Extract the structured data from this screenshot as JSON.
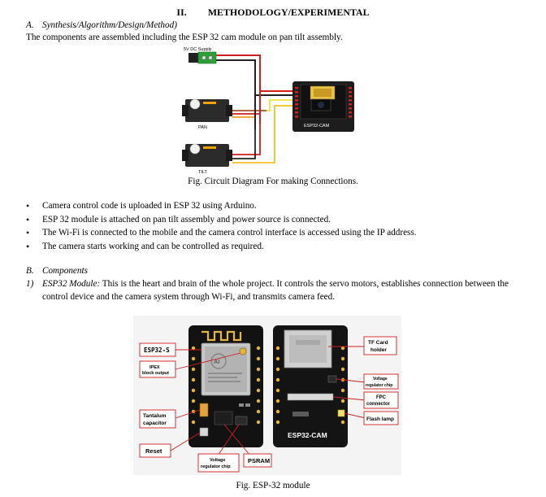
{
  "section": {
    "number": "II.",
    "title": "METHODOLOGY/EXPERIMENTAL"
  },
  "subsection_a": {
    "letter": "A.",
    "title": "Synthesis/Algorithm/Design/Method)",
    "intro": "The components are assembled including the ESP 32 cam module on pan tilt assembly."
  },
  "figure1": {
    "caption": "Fig. Circuit Diagram For making Connections.",
    "labels": {
      "supply": "5V DC Supply",
      "pan": "PAN",
      "tilt": "TILT",
      "board": "ESP32-CAM"
    }
  },
  "steps": [
    "Camera control code is uploaded in ESP 32 using Arduino.",
    "ESP 32 module is attached on pan tilt assembly and power source is connected.",
    "The Wi-Fi is connected to the mobile and the camera control interface is accessed using the IP address.",
    "The camera starts working and can be controlled as required."
  ],
  "subsection_b": {
    "letter": "B.",
    "title": "Components"
  },
  "item1": {
    "number": "1)",
    "name": "ESP32 Module:",
    "text_line1": "This is the heart and brain of the whole project. It controls the servo motors, establishes connection between the",
    "text_line2": "control device and the camera system through Wi-Fi, and transmits camera feed."
  },
  "figure2": {
    "caption": "Fig. ESP-32 module",
    "labels": {
      "esp32s": "ESP32-S",
      "ipex_line1": "IPEX",
      "ipex_line2": "block output",
      "tantalum_line1": "Tantalum",
      "tantalum_line2": "capacitor",
      "reset": "Reset",
      "vreg_bottom_line1": "Voltage",
      "vreg_bottom_line2": "regulator chip",
      "psram": "PSRAM",
      "tf_line1": "TF Card",
      "tf_line2": "holder",
      "vreg_right_line1": "Voltage",
      "vreg_right_line2": "regulator chip",
      "fpc_line1": "FPC",
      "fpc_line2": "connector",
      "flash": "Flash lamp",
      "board_back": "ESP32-CAM",
      "chip_brand": "AI"
    }
  }
}
